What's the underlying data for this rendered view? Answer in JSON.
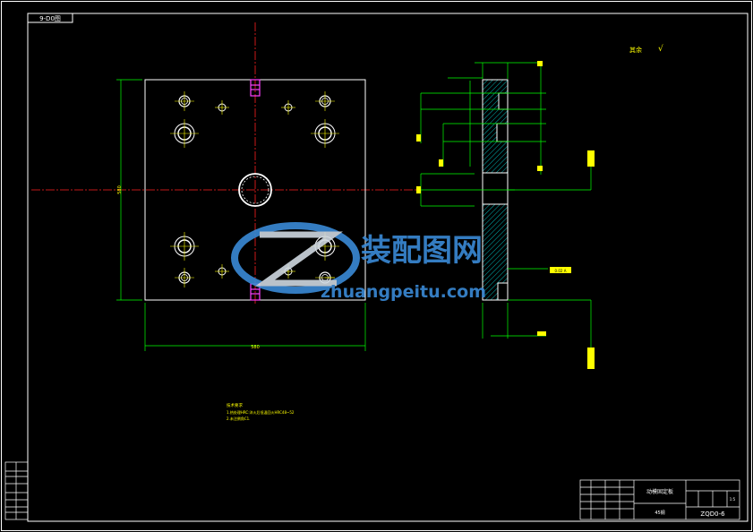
{
  "sheet": {
    "top_left_label": "9-D0图",
    "roughness_note": "其余",
    "roughness_symbol": "√"
  },
  "dimensions": {
    "plate_width": "580",
    "plate_height": "580",
    "side_flatness_label": "0.02 A"
  },
  "tech_notes": {
    "title": "技术要求",
    "line1": "1.热处理HRC:淬火后低温回火HRC48~52",
    "line2": "2.未注倒角C1."
  },
  "title_block": {
    "part_name": "动模固定板",
    "drawing_no": "ZQD0-6",
    "material": "45钢",
    "scale": "1:5"
  },
  "watermark": {
    "brand_cn": "装配图网",
    "brand_url": "zhuangpeitu.com"
  },
  "colors": {
    "outline": "#ffffff",
    "centerline": "#ff2020",
    "dimension": "#00ff00",
    "text": "#ffff00",
    "hatch": "#00ffff",
    "magenta": "#ff40ff",
    "watermark": "#3a8ad6"
  }
}
